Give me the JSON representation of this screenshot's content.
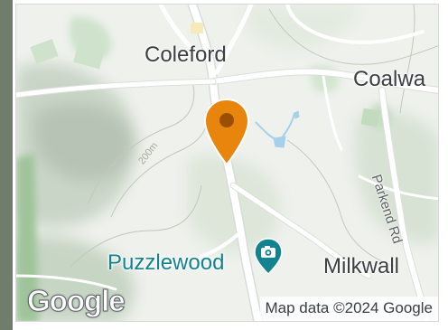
{
  "map": {
    "places": {
      "coleford": "Coleford",
      "coalway": "Coalwa",
      "milkwall": "Milkwall",
      "puzzlewood": "Puzzlewood"
    },
    "roads": {
      "parkend": "Parkend Rd"
    },
    "contours": {
      "label": "200m"
    },
    "attribution": "Map data ©2024 Google",
    "logo": "Google",
    "colors": {
      "marker": "#e8850c",
      "marker_inner": "#9a4f05",
      "poi": "#12838f",
      "water": "#a7d0ea",
      "land": "#eef1ec",
      "forest": "#cfe3cc",
      "road": "#ffffff"
    },
    "icons": {
      "marker": "location-pin-icon",
      "poi": "camera-icon"
    }
  }
}
